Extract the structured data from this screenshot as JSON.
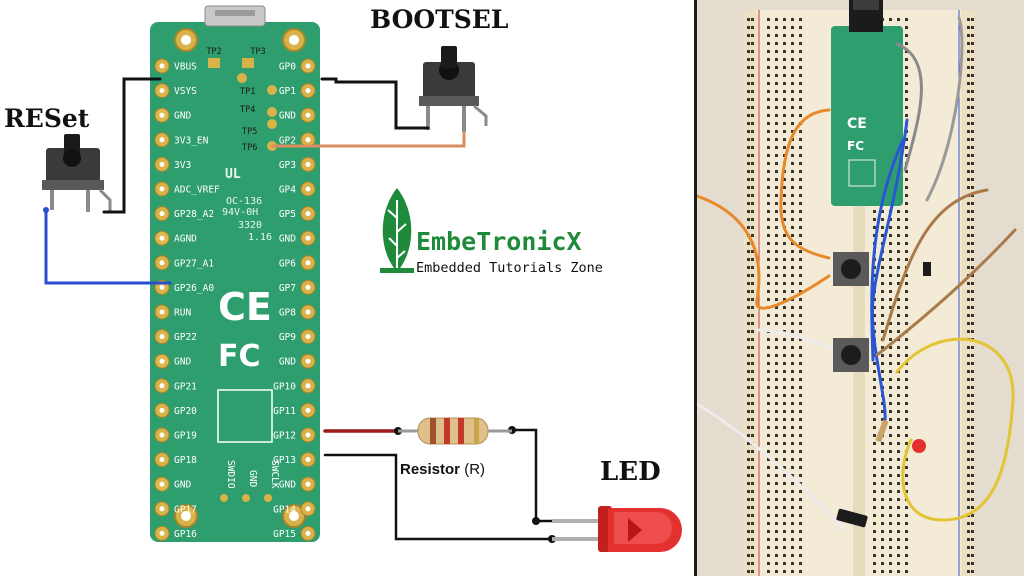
{
  "labels": {
    "bootsel": "BOOTSEL",
    "reset": "RESet",
    "led": "LED",
    "resistor": "Resistor",
    "resistor_suffix": "(R)"
  },
  "brand": {
    "name": "EmbeTronicX",
    "tagline": "Embedded Tutorials Zone",
    "color": "#1e8a3a"
  },
  "board": {
    "color": "#2f9e6f",
    "test_points": [
      "TP2",
      "TP3",
      "TP1",
      "TP4",
      "TP5",
      "TP6"
    ],
    "left_pins": [
      "VBUS",
      "VSYS",
      "GND",
      "3V3_EN",
      "3V3",
      "ADC_VREF",
      "GP28_A2",
      "AGND",
      "GP27_A1",
      "GP26_A0",
      "RUN",
      "GP22",
      "GND",
      "GP21",
      "GP20",
      "GP19",
      "GP18",
      "GND",
      "GP17",
      "GP16"
    ],
    "right_pins": [
      "GP0",
      "GP1",
      "GND",
      "GP2",
      "GP3",
      "GP4",
      "GP5",
      "GND",
      "GP6",
      "GP7",
      "GP8",
      "GP9",
      "GND",
      "GP10",
      "GP11",
      "GP12",
      "GP13",
      "GND",
      "GP14",
      "GP15"
    ],
    "bottom_pins": [
      "SWDIO",
      "GND",
      "SWCLK"
    ],
    "silkscreen": [
      "OC-136",
      "94V-0H",
      "3320",
      "1.16"
    ],
    "ce_mark": "CE",
    "fc_mark": "FC"
  },
  "colors": {
    "wire_reset": "#2a4ecc",
    "wire_black": "#111111",
    "wire_bootsel": "#d98e5f",
    "wire_gp13": "#9a1a1a",
    "led_red": "#e53030"
  }
}
